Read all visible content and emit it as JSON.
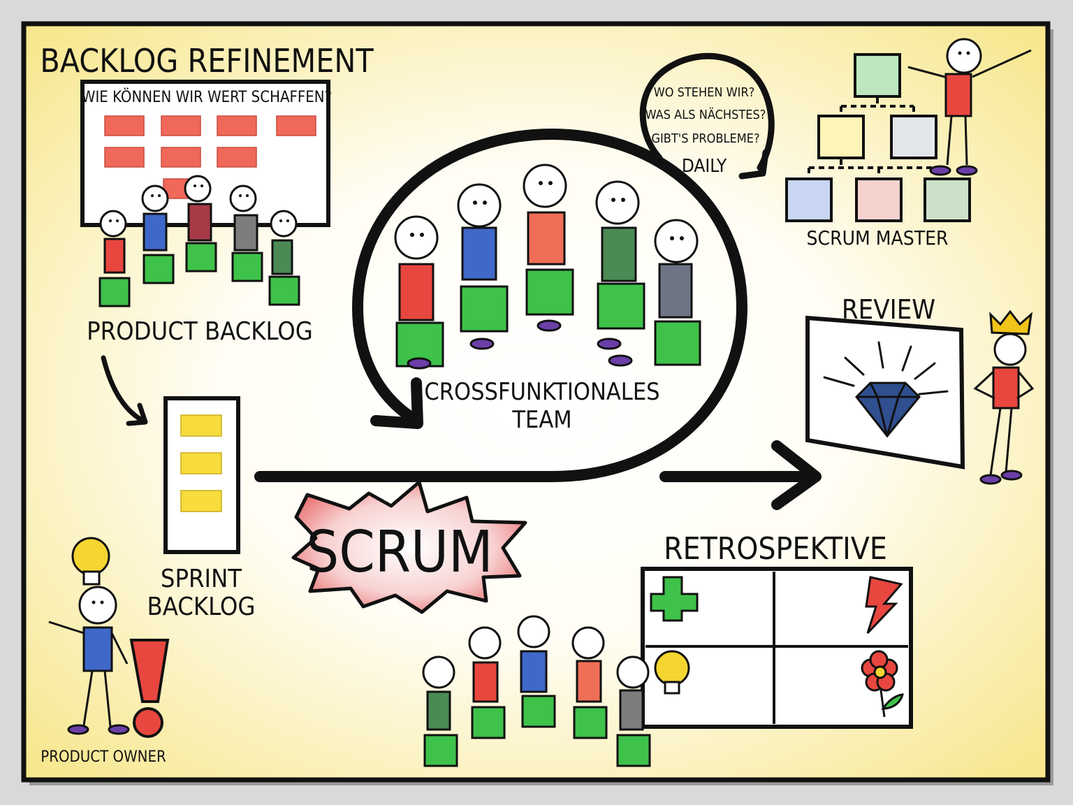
{
  "labels": {
    "backlog_refinement": "BACKLOG REFINEMENT",
    "refinement_question": "WIE KÖNNEN WIR WERT SCHAFFEN?",
    "product_backlog": "PRODUCT BACKLOG",
    "daily_q1": "WO STEHEN WIR?",
    "daily_q2": "WAS ALS NÄCHSTES?",
    "daily_q3": "GIBT'S PROBLEME?",
    "daily": "DAILY",
    "scrum_master": "SCRUM MASTER",
    "crossfunctional_line1": "CROSSFUNKTIONALES",
    "crossfunctional_line2": "TEAM",
    "review": "REVIEW",
    "sprint_backlog_line1": "SPRINT",
    "sprint_backlog_line2": "BACKLOG",
    "scrum": "SCRUM",
    "retrospektive": "RETROSPEKTIVE",
    "product_owner": "PRODUCT OWNER"
  },
  "colors": {
    "background_yellow": "#fbeea0",
    "sticky_red": "#f0685a",
    "sticky_yellow": "#f7dc3c",
    "cube_green": "#3ec24a",
    "shirt_red": "#e8473f",
    "shirt_blue": "#3f68c9",
    "shirt_darkred": "#a83a48",
    "shirt_grey": "#7d7d7d",
    "shirt_darkgreen": "#4b8a55",
    "shirt_salmon": "#ef6e57",
    "shoe_purple": "#6b3fa8",
    "diamond_blue": "#2f4f8f",
    "burst_pink": "#f2a8a8",
    "bulb_yellow": "#f5d531",
    "crown_gold": "#f0c419"
  },
  "icons": [
    "lightbulb-icon",
    "exclamation-icon",
    "diamond-icon",
    "crown-icon",
    "plus-icon",
    "lightning-icon",
    "flower-icon"
  ]
}
